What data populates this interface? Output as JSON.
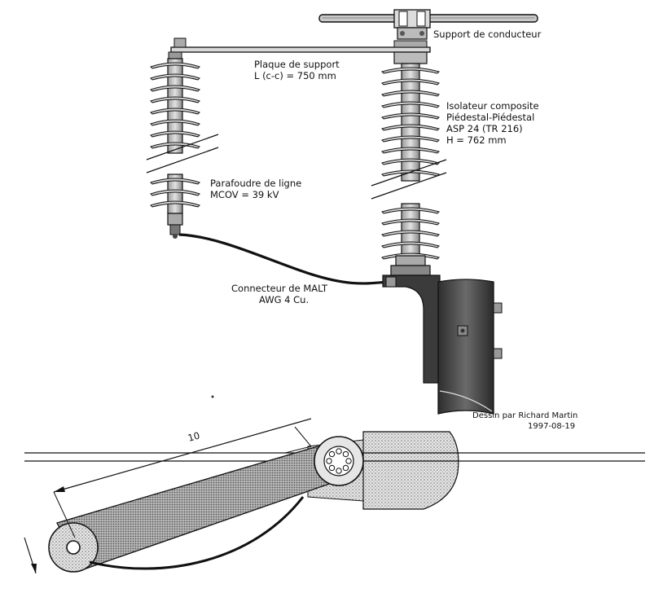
{
  "labels": {
    "support_conducteur": "Support de conducteur",
    "plaque_support_1": "Plaque de support",
    "plaque_support_2": "L (c-c) = 750 mm",
    "isolateur_1": "Isolateur composite",
    "isolateur_2": "Piédestal-Piédestal",
    "isolateur_3": "ASP 24 (TR 216)",
    "isolateur_4": "H = 762 mm",
    "parafoudre_1": "Parafoudre de ligne",
    "parafoudre_2": "MCOV = 39 kV",
    "connecteur_1": "Connecteur de MALT",
    "connecteur_2": "AWG 4 Cu.",
    "dessin_1": "Dessin par Richard Martin",
    "dessin_2": "1997-08-19",
    "dimension_fragment": "10"
  },
  "colors": {
    "ink": "#111111",
    "body_fill": "#cfcfcf",
    "bracket_fill": "#3a3a3a",
    "pole_fill": "#5a5a5a",
    "halftone": "#bdbdbd"
  }
}
